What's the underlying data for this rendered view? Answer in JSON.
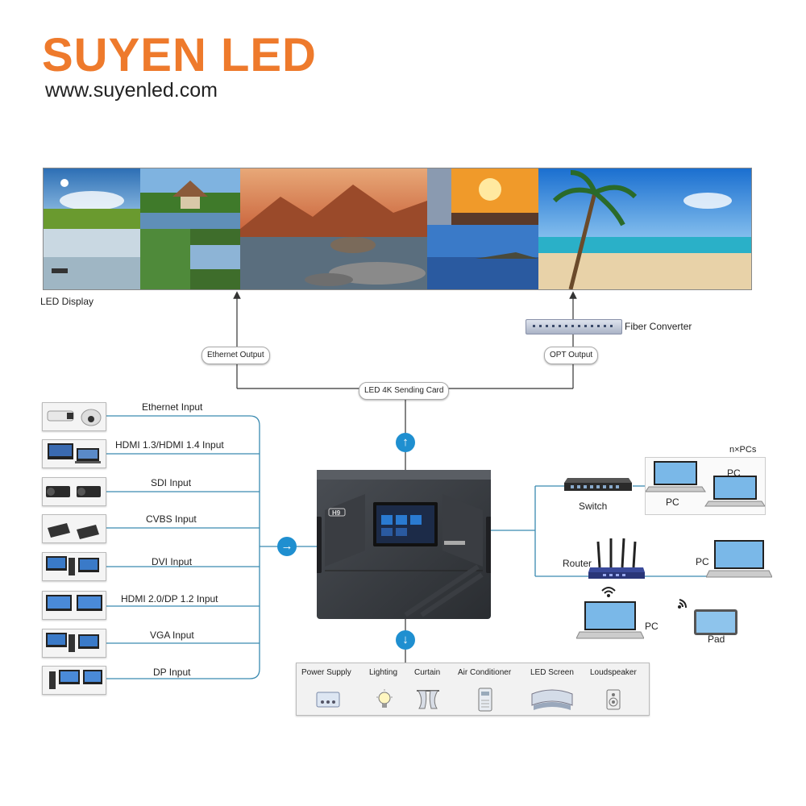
{
  "brand": {
    "name": "SUYEN LED",
    "url": "www.suyenled.com",
    "accent": "#ee7a2c"
  },
  "display": {
    "label": "LED Display"
  },
  "outputs": {
    "ethernet": "Ethernet Output",
    "opt": "OPT Output",
    "fiber": "Fiber Converter",
    "card": "LED 4K Sending Card"
  },
  "inputs": [
    {
      "label": "Ethernet Input",
      "icon": "camera-icon"
    },
    {
      "label": "HDMI 1.3/HDMI 1.4  Input",
      "icon": "hdmi-source-icon"
    },
    {
      "label": "SDI Input",
      "icon": "video-camera-icon"
    },
    {
      "label": "CVBS Input",
      "icon": "dvd-player-icon"
    },
    {
      "label": "DVI Input",
      "icon": "desktop-pc-icon"
    },
    {
      "label": "HDMI 2.0/DP 1.2 Input",
      "icon": "monitor-icon"
    },
    {
      "label": "VGA Input",
      "icon": "desktop-pc-icon"
    },
    {
      "label": "DP Input",
      "icon": "desktop-pc-icon"
    }
  ],
  "device": {
    "badge": "H9"
  },
  "network": {
    "npcs": "n×PCs",
    "pc": "PC",
    "switch": "Switch",
    "router": "Router",
    "pad": "Pad"
  },
  "controls": [
    {
      "label": "Power Supply",
      "icon": "power-supply-icon"
    },
    {
      "label": "Lighting",
      "icon": "bulb-icon"
    },
    {
      "label": "Curtain",
      "icon": "curtain-icon"
    },
    {
      "label": "Air Conditioner",
      "icon": "air-conditioner-icon"
    },
    {
      "label": "LED Screen",
      "icon": "led-screen-icon"
    },
    {
      "label": "Loudspeaker",
      "icon": "speaker-icon"
    }
  ]
}
